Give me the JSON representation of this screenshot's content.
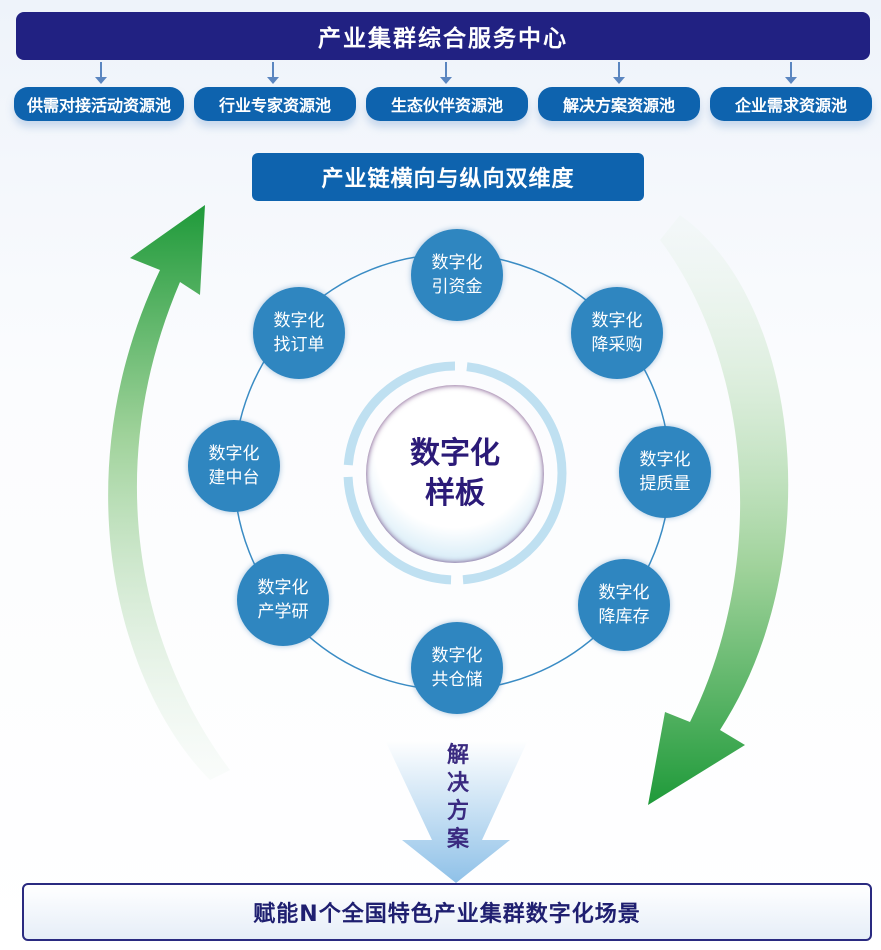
{
  "header": {
    "title": "产业集群综合服务中心"
  },
  "pools": [
    "供需对接活动资源池",
    "行业专家资源池",
    "生态伙伴资源池",
    "解决方案资源池",
    "企业需求资源池"
  ],
  "dimension": "产业链横向与纵向双维度",
  "center": {
    "line1": "数字化",
    "line2": "样板"
  },
  "nodes": [
    {
      "l1": "数字化",
      "l2": "引资金"
    },
    {
      "l1": "数字化",
      "l2": "降采购"
    },
    {
      "l1": "数字化",
      "l2": "提质量"
    },
    {
      "l1": "数字化",
      "l2": "降库存"
    },
    {
      "l1": "数字化",
      "l2": "共仓储"
    },
    {
      "l1": "数字化",
      "l2": "产学研"
    },
    {
      "l1": "数字化",
      "l2": "建中台"
    },
    {
      "l1": "数字化",
      "l2": "找订单"
    }
  ],
  "solution": "解决方案",
  "bottom": "赋能N个全国特色产业集群数字化场景",
  "colors": {
    "navy": "#212182",
    "blue": "#0e63ae",
    "node": "#2f86c0",
    "green": "#1f9a3a"
  }
}
